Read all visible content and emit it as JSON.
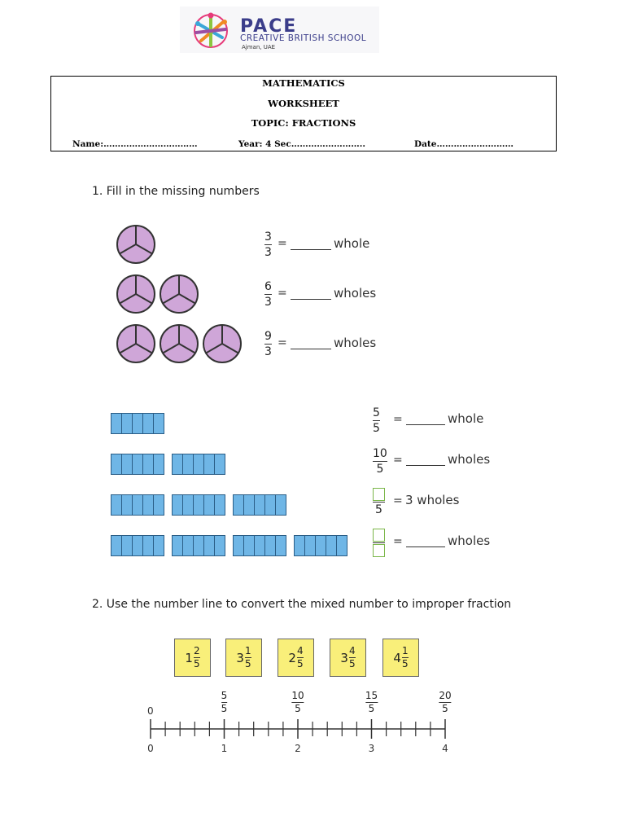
{
  "logo": {
    "name": "PACE",
    "subtitle": "CREATIVE BRITISH SCHOOL",
    "location": "Ajman, UAE"
  },
  "header": {
    "subject": "MATHEMATICS",
    "type": "WORKSHEET",
    "topic": "TOPIC: FRACTIONS",
    "name_field": "Name:……………………………",
    "year_field": "Year: 4 Sec……………………..",
    "date_field": "Date………………………"
  },
  "question1": {
    "prompt": "1.  Fill in the missing numbers",
    "circle_rows": [
      {
        "circles": 3,
        "numerator": "3",
        "denominator": "3",
        "word": "whole",
        "count": 1
      },
      {
        "circles": 3,
        "numerator": "6",
        "denominator": "3",
        "word": "wholes",
        "count": 2
      },
      {
        "circles": 3,
        "numerator": "9",
        "denominator": "3",
        "word": "wholes",
        "count": 3
      }
    ],
    "bar_rows": [
      {
        "numerator": "5",
        "denominator": "5",
        "word": "whole",
        "strips": 1
      },
      {
        "numerator": "10",
        "denominator": "5",
        "word": "wholes",
        "strips": 2
      },
      {
        "numerator": "",
        "denominator": "5",
        "word": "3 wholes",
        "strips": 3
      },
      {
        "numerator": "",
        "denominator": "",
        "word": "wholes",
        "strips": 4
      }
    ],
    "equals": "="
  },
  "question2": {
    "prompt": "2.  Use the number line to convert the mixed number to improper fraction",
    "mixed_numbers": [
      {
        "whole": "1",
        "numerator": "2",
        "denominator": "5"
      },
      {
        "whole": "3",
        "numerator": "1",
        "denominator": "5"
      },
      {
        "whole": "2",
        "numerator": "4",
        "denominator": "5"
      },
      {
        "whole": "3",
        "numerator": "4",
        "denominator": "5"
      },
      {
        "whole": "4",
        "numerator": "1",
        "denominator": "5"
      }
    ],
    "number_line": {
      "top_zero": "0",
      "top_labels": [
        {
          "numerator": "5",
          "denominator": "5",
          "at": 1
        },
        {
          "numerator": "10",
          "denominator": "5",
          "at": 2
        },
        {
          "numerator": "15",
          "denominator": "5",
          "at": 3
        },
        {
          "numerator": "20",
          "denominator": "5",
          "at": 4
        }
      ],
      "bottom_labels": [
        "0",
        "1",
        "2",
        "3",
        "4"
      ],
      "divisions_per_unit": 5,
      "max": 4
    }
  }
}
